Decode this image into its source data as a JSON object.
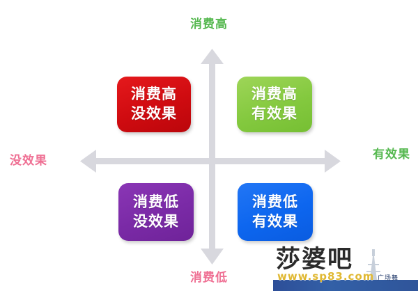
{
  "diagram": {
    "type": "2x2-matrix",
    "background_color": "#ffffff",
    "axes": {
      "vertical": {
        "top_label": "消费高",
        "top_label_color": "#55b84f",
        "bottom_label": "消费低",
        "bottom_label_color": "#ef6f93",
        "line_color": "#d8d8de"
      },
      "horizontal": {
        "left_label": "没效果",
        "left_label_color": "#ef6f93",
        "right_label": "有效果",
        "right_label_color": "#55b84f",
        "line_color": "#d8d8de"
      }
    },
    "quadrants": [
      {
        "position": "top-left",
        "line1": "消费高",
        "line2": "没效果",
        "color": "#cf0b10",
        "text_color": "#ffffff"
      },
      {
        "position": "top-right",
        "line1": "消费高",
        "line2": "有效果",
        "color": "#84c93f",
        "text_color": "#ffffff"
      },
      {
        "position": "bottom-left",
        "line1": "消费低",
        "line2": "没效果",
        "color": "#7a2aa6",
        "text_color": "#ffffff"
      },
      {
        "position": "bottom-right",
        "line1": "消费低",
        "line2": "有效果",
        "color": "#0d66ef",
        "text_color": "#ffffff"
      }
    ]
  },
  "watermark": {
    "brand": "莎婆吧",
    "url": "www.sp83.com",
    "side_text": "广场舞",
    "brand_color": "#2b2b2b",
    "url_color": "#e0b832",
    "bar_color": "#1d4691"
  }
}
